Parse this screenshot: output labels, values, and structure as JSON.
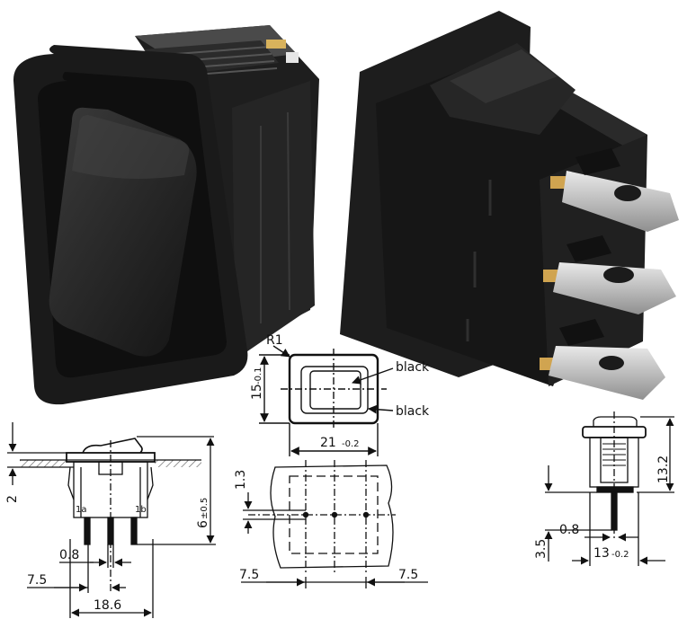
{
  "labels": {
    "r1": "R1",
    "black_top": "black",
    "black_bottom": "black",
    "d15": "15",
    "d15_tol": "-0.1",
    "d21": "21",
    "d21_tol": "-0.2",
    "d1_3": "1.3",
    "d7_5_mid_left": "7.5",
    "d7_5_mid_right": "7.5",
    "d2": "2",
    "d6": "6",
    "d6_tol": "±0.5",
    "d0_8_left": "0.8",
    "d7_5_left": "7.5",
    "d18_6": "18.6",
    "term_1a": "1a",
    "term_1b": "1b",
    "d13_2": "13.2",
    "d0_8_right": "0.8",
    "d3_5": "3.5",
    "d13": "13",
    "d13_tol": "-0.2"
  },
  "colors": {
    "housing": "#1c1c1c",
    "housing_highlight": "#3a3a3a",
    "terminal_metal": "#c9c9c9",
    "terminal_brass": "#c8a14a",
    "line": "#111111",
    "panel_hatch": "#555555"
  }
}
